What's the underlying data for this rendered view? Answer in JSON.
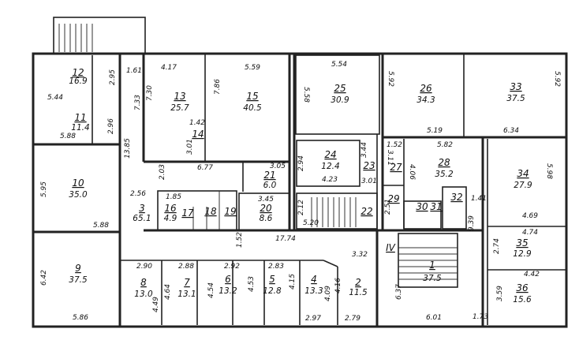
{
  "rooms": [
    {
      "number": "1",
      "area": "37.5"
    },
    {
      "number": "2",
      "area": "11.5"
    },
    {
      "number": "3",
      "area": "65.1"
    },
    {
      "number": "4",
      "area": "13.3"
    },
    {
      "number": "5",
      "area": "12.8"
    },
    {
      "number": "6",
      "area": "13.2"
    },
    {
      "number": "7",
      "area": "13.1"
    },
    {
      "number": "8",
      "area": "13.0"
    },
    {
      "number": "9",
      "area": "37.5"
    },
    {
      "number": "10",
      "area": "35.0"
    },
    {
      "number": "11",
      "area": "11.4"
    },
    {
      "number": "12",
      "area": "16.9"
    },
    {
      "number": "13",
      "area": "25.7"
    },
    {
      "number": "14",
      "area": ""
    },
    {
      "number": "15",
      "area": "40.5"
    },
    {
      "number": "16",
      "area": "4.9"
    },
    {
      "number": "17",
      "area": ""
    },
    {
      "number": "18",
      "area": ""
    },
    {
      "number": "19",
      "area": ""
    },
    {
      "number": "20",
      "area": "8.6"
    },
    {
      "number": "21",
      "area": "6.0"
    },
    {
      "number": "22",
      "area": ""
    },
    {
      "number": "23",
      "area": ""
    },
    {
      "number": "24",
      "area": "12.4"
    },
    {
      "number": "25",
      "area": "30.9"
    },
    {
      "number": "26",
      "area": "34.3"
    },
    {
      "number": "27",
      "area": ""
    },
    {
      "number": "28",
      "area": "35.2"
    },
    {
      "number": "29",
      "area": ""
    },
    {
      "number": "30",
      "area": ""
    },
    {
      "number": "31",
      "area": ""
    },
    {
      "number": "32",
      "area": ""
    },
    {
      "number": "33",
      "area": "37.5"
    },
    {
      "number": "34",
      "area": "27.9"
    },
    {
      "number": "35",
      "area": "12.9"
    },
    {
      "number": "36",
      "area": "15.6"
    }
  ],
  "stair_label": "IV",
  "dimensions": [
    "5.44",
    "2.95",
    "5.88",
    "2.96",
    "1.61",
    "7.33",
    "13.85",
    "4.17",
    "7.30",
    "1.42",
    "3.01",
    "5.59",
    "7.86",
    "2.03",
    "6.77",
    "3.05",
    "5.95",
    "5.88",
    "2.56",
    "1.85",
    "3.45",
    "5.54",
    "5.58",
    "5.92",
    "5.19",
    "6.34",
    "5.92",
    "5.82",
    "2.94",
    "3.44",
    "4.23",
    "3.01",
    "2.12",
    "5.20",
    "1.52",
    "3.11",
    "4.06",
    "2.51",
    "1.41",
    "9.39",
    "5.98",
    "4.69",
    "4.74",
    "2.74",
    "4.42",
    "3.59",
    "1.73",
    "17.74",
    "1.52",
    "3.32",
    "6.42",
    "5.86",
    "2.90",
    "2.88",
    "2.92",
    "2.83",
    "4.49",
    "4.64",
    "4.54",
    "4.53",
    "4.15",
    "4.09",
    "4.16",
    "2.97",
    "2.79",
    "6.37",
    "6.01"
  ]
}
